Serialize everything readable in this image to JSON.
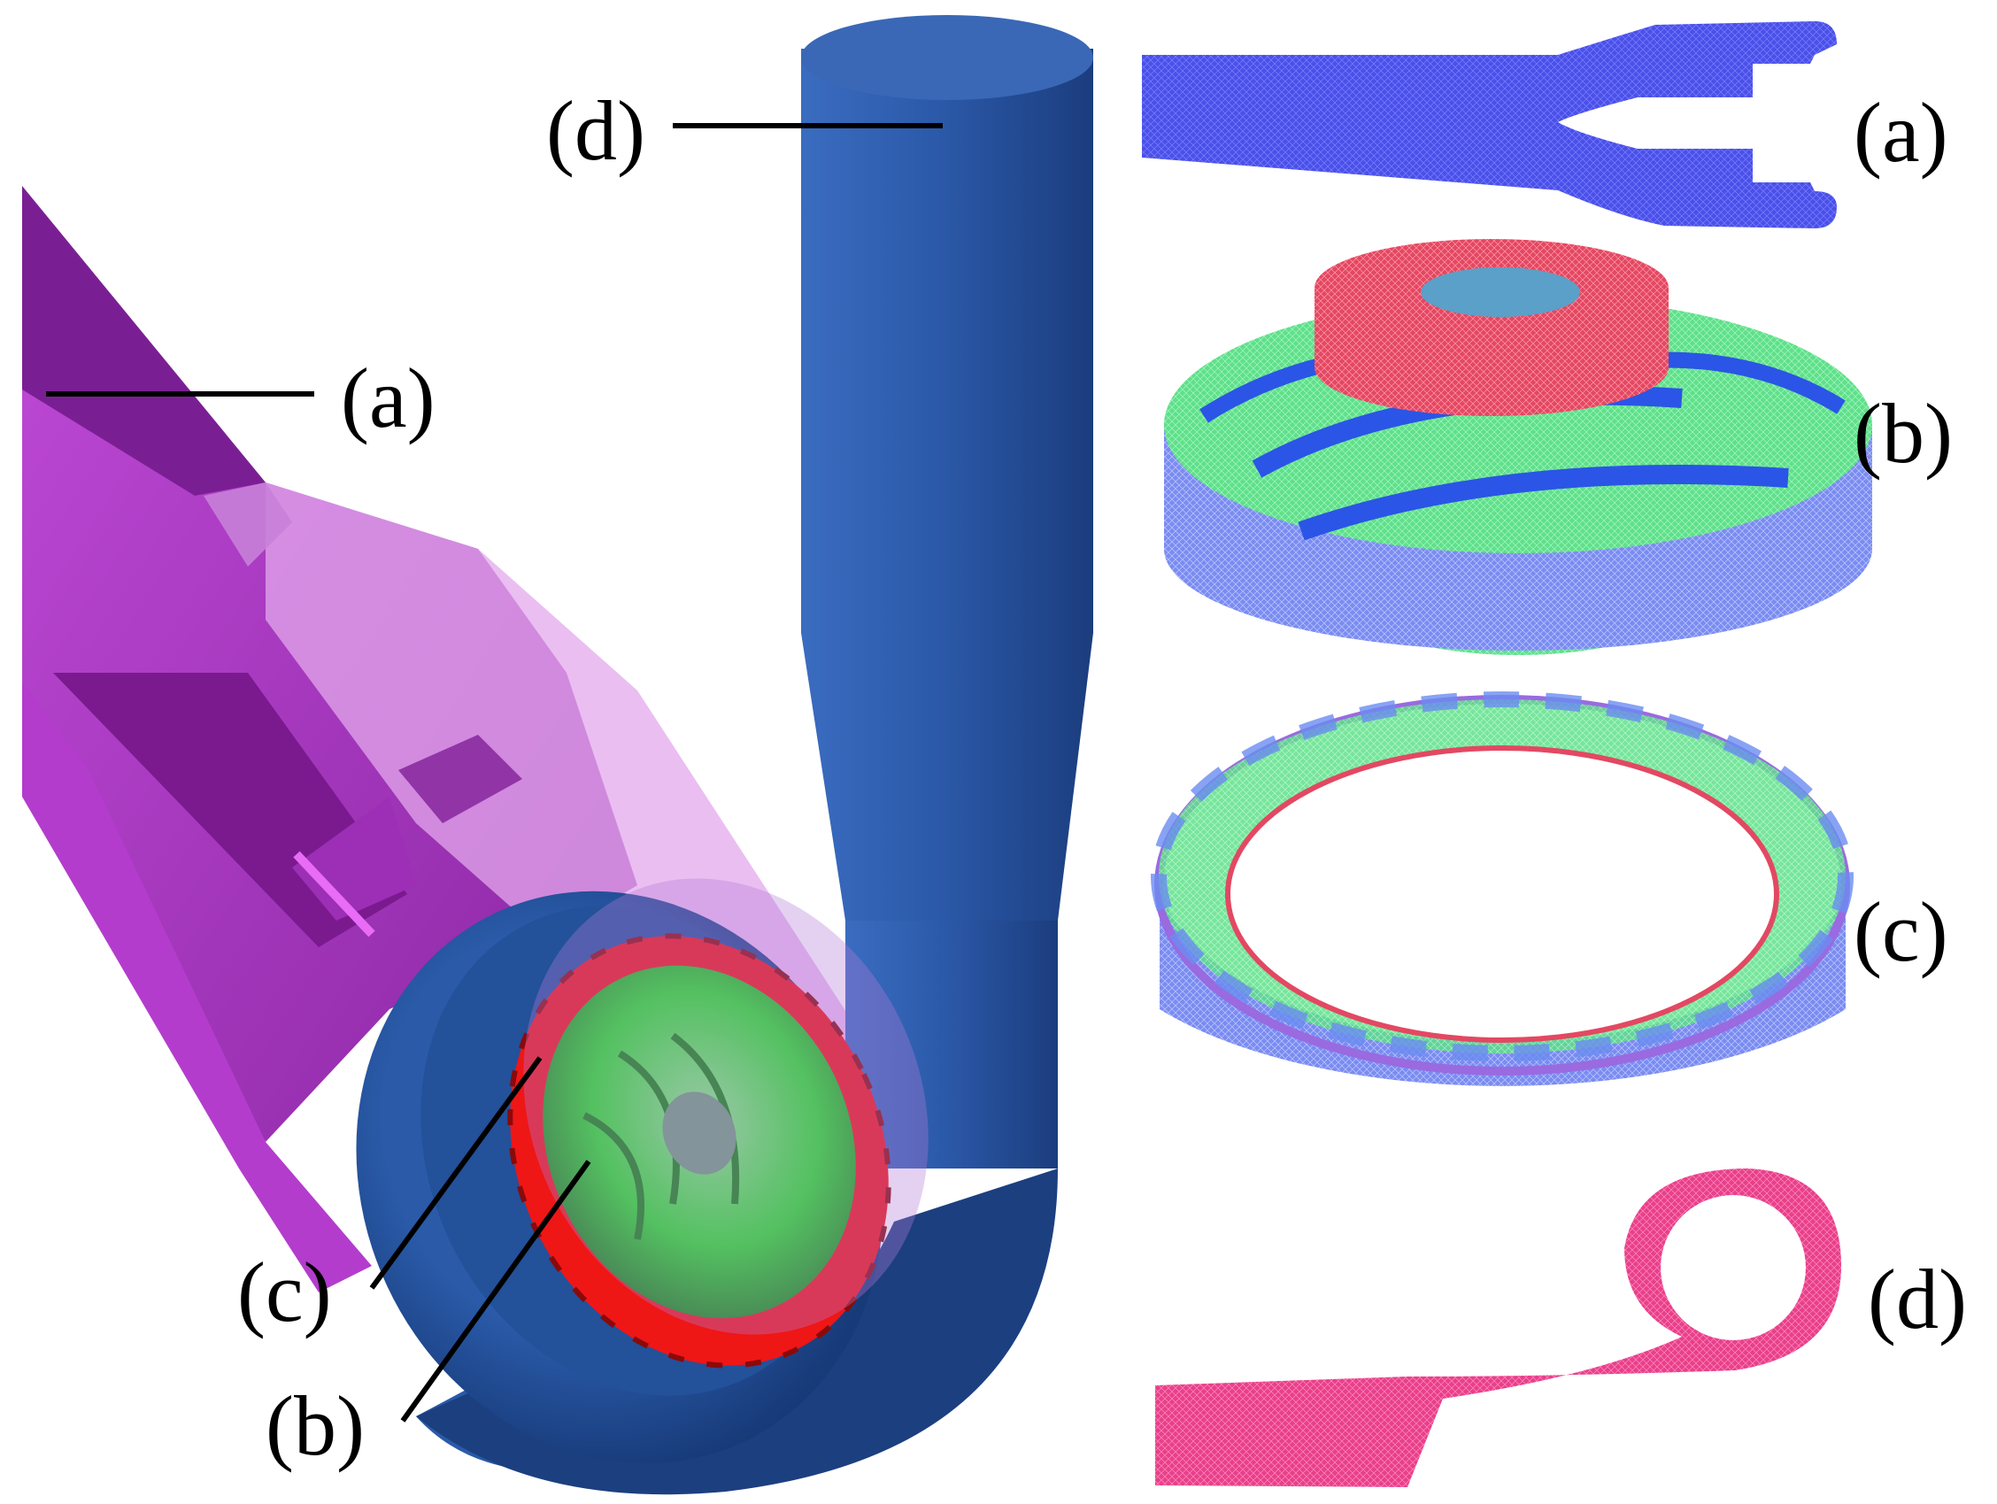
{
  "labels": {
    "main_a": "(a)",
    "main_b": "(b)",
    "main_c": "(c)",
    "main_d": "(d)",
    "side_a": "(a)",
    "side_b": "(b)",
    "side_c": "(c)",
    "side_d": "(d)"
  },
  "colors": {
    "inlet_purple": "#a832c4",
    "inlet_dark": "#6a1a82",
    "inlet_light": "#e3a8ec",
    "volute_blue": "#2a5aa8",
    "volute_dark": "#1c3f80",
    "guide_vane_red": "#ef1616",
    "impeller_green": "#22e622",
    "mesh_inlet_blue": "#4a50e8",
    "mesh_impeller_green": "#5fe08a",
    "mesh_impeller_red": "#e34862",
    "mesh_vane_blue": "#6a8cf0",
    "mesh_volute_pink": "#e8408a"
  },
  "icons": {
    "inlet": "inlet-pipe-icon",
    "impeller": "impeller-icon",
    "guide_vane": "guide-vane-ring-icon",
    "volute": "volute-casing-icon"
  }
}
